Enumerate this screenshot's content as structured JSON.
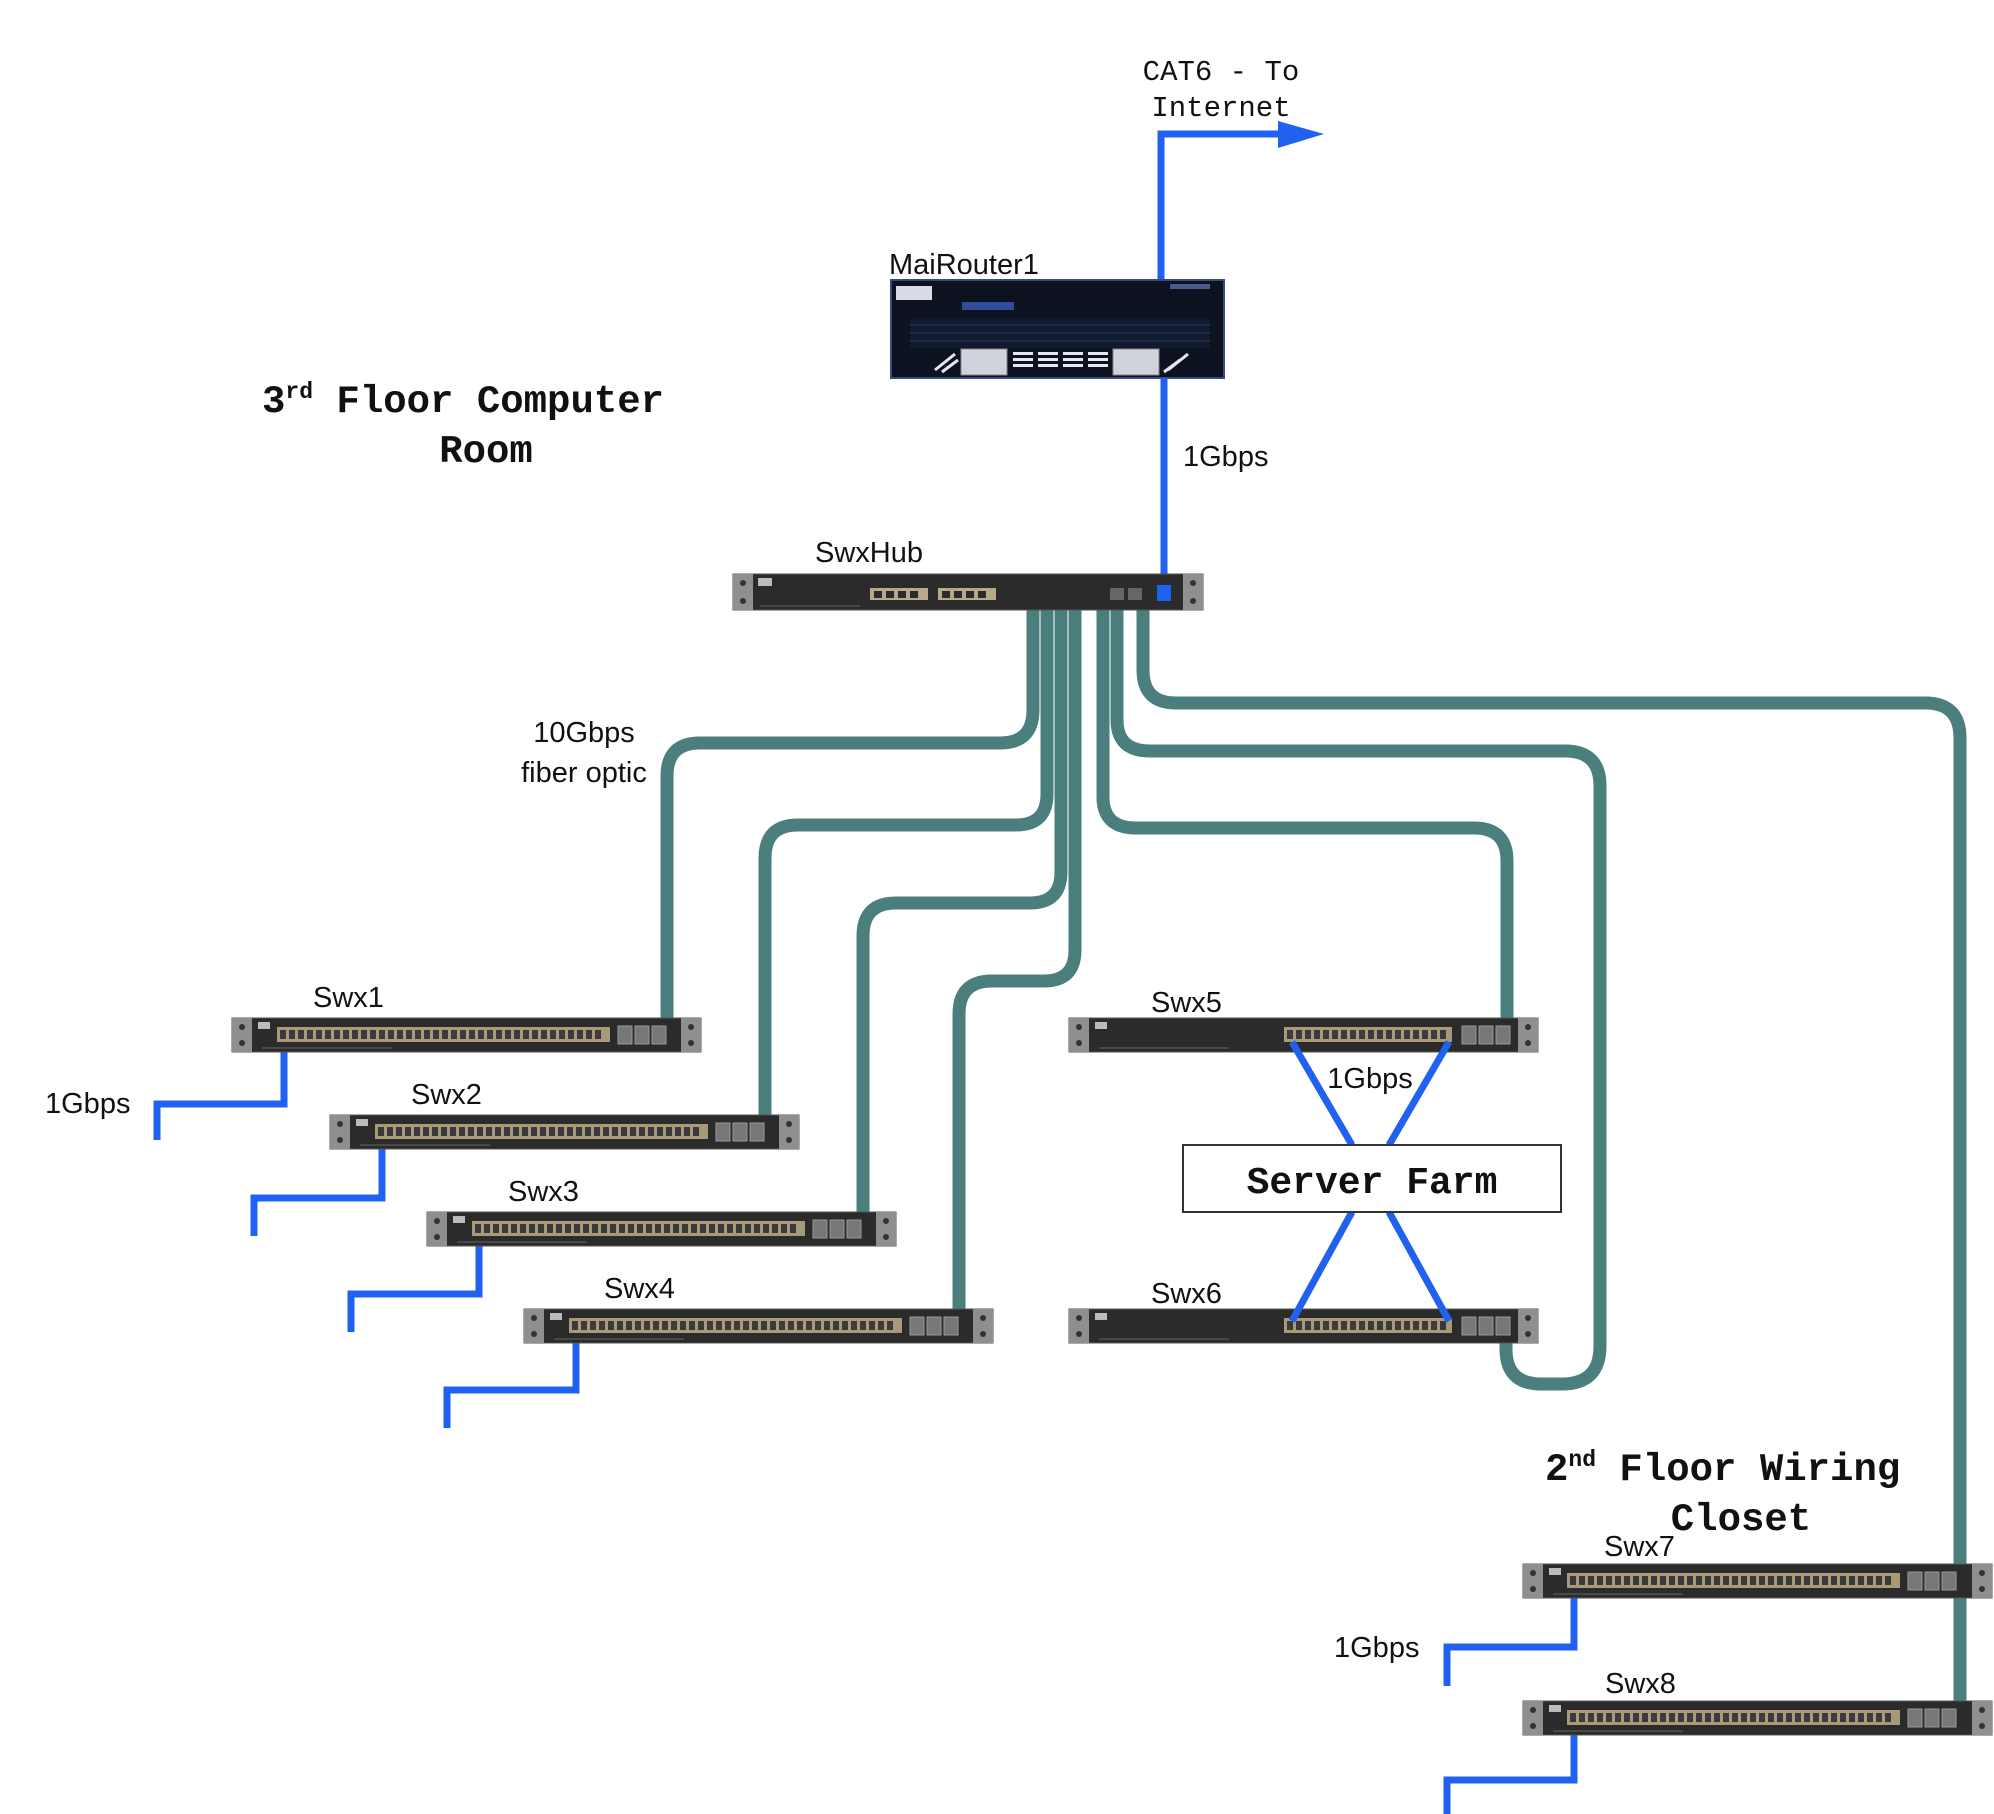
{
  "colors": {
    "fiber": "#4a7f7e",
    "copper": "#2161f0",
    "device_body": "#2b2b2b",
    "rack_ear": "#8f8f8f",
    "router_body": "#0c1220"
  },
  "internet_label": {
    "line1": "CAT6 - To",
    "line2": "Internet"
  },
  "router": {
    "name": "MaiRouter1",
    "icon": "router-icon"
  },
  "rooms": {
    "computer_room": {
      "line1_prefix": "3",
      "line1_sup": "rd",
      "line1_rest": " Floor Computer",
      "line2": "Room"
    },
    "wiring_closet": {
      "line1_prefix": "2",
      "line1_sup": "nd",
      "line1_rest": " Floor Wiring",
      "line2": "Closet"
    }
  },
  "hub": {
    "name": "SwxHub",
    "icon": "switch-icon"
  },
  "links": {
    "router_to_hub": "1Gbps",
    "fiber_line1": "10Gbps",
    "fiber_line2": "fiber optic",
    "swx1_uplink": "1Gbps",
    "server_farm": "1Gbps",
    "swx7_uplink": "1Gbps"
  },
  "switches": [
    {
      "name": "Swx1",
      "icon": "switch-icon"
    },
    {
      "name": "Swx2",
      "icon": "switch-icon"
    },
    {
      "name": "Swx3",
      "icon": "switch-icon"
    },
    {
      "name": "Swx4",
      "icon": "switch-icon"
    },
    {
      "name": "Swx5",
      "icon": "switch-icon"
    },
    {
      "name": "Swx6",
      "icon": "switch-icon"
    },
    {
      "name": "Swx7",
      "icon": "switch-icon"
    },
    {
      "name": "Swx8",
      "icon": "switch-icon"
    }
  ],
  "server_farm": {
    "label": "Server Farm"
  }
}
